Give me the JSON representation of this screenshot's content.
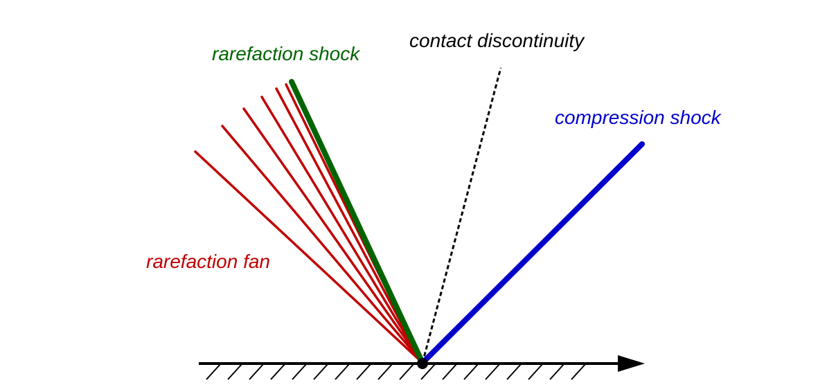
{
  "labels": {
    "rarefaction_shock": "rarefaction shock",
    "contact_discontinuity": "contact discontinuity",
    "compression_shock": "compression shock",
    "rarefaction_fan": "rarefaction fan"
  },
  "colors": {
    "rarefaction_shock": "#006400",
    "rarefaction_fan": "#c00000",
    "compression_shock": "#0000cc",
    "contact_discontinuity": "#000000",
    "axis": "#000000"
  }
}
